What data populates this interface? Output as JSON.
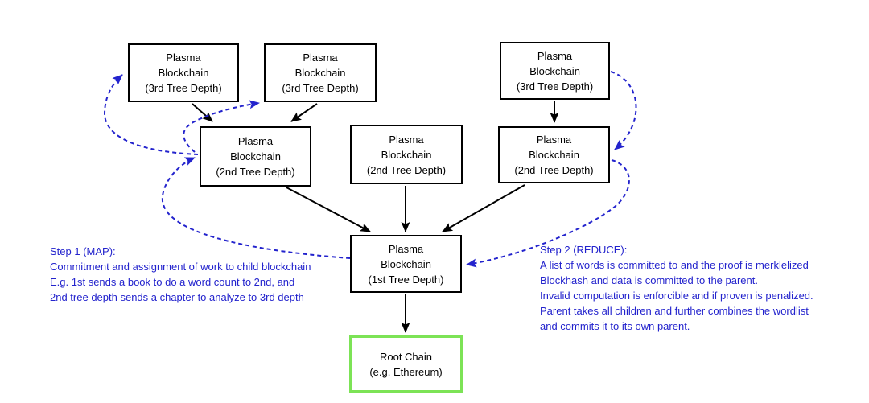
{
  "diagram": {
    "colors": {
      "blue_accent": "#2323cd",
      "root_chain_border": "#7ce356",
      "node_border": "#000000",
      "background": "#ffffff"
    },
    "nodes": {
      "p3a": {
        "lines": [
          "Plasma",
          "Blockchain",
          "(3rd Tree Depth)"
        ]
      },
      "p3b": {
        "lines": [
          "Plasma",
          "Blockchain",
          "(3rd Tree Depth)"
        ]
      },
      "p3c": {
        "lines": [
          "Plasma",
          "Blockchain",
          "(3rd Tree Depth)"
        ]
      },
      "p2l": {
        "lines": [
          "Plasma",
          "Blockchain",
          "(2nd Tree Depth)"
        ]
      },
      "p2c": {
        "lines": [
          "Plasma",
          "Blockchain",
          "(2nd Tree Depth)"
        ]
      },
      "p2r": {
        "lines": [
          "Plasma",
          "Blockchain",
          "(2nd Tree Depth)"
        ]
      },
      "p1": {
        "lines": [
          "Plasma",
          "Blockchain",
          "(1st Tree Depth)"
        ]
      },
      "root": {
        "lines": [
          "Root Chain",
          "(e.g. Ethereum)"
        ]
      }
    },
    "annotations": {
      "map": {
        "lines": [
          "Step 1 (MAP):",
          "Commitment and assignment of work to child blockchain",
          "E.g. 1st sends a book to do a word count to 2nd, and",
          "2nd tree depth sends a chapter to analyze to 3rd depth"
        ]
      },
      "reduce": {
        "lines": [
          "Step 2 (REDUCE):",
          "A list of words is committed to and the proof is merklelized",
          "Blockhash and data is committed to the parent.",
          "Invalid computation is enforcible and if proven is penalized.",
          "Parent takes all children and further combines the wordlist",
          "and commits it to its own parent."
        ]
      }
    }
  }
}
